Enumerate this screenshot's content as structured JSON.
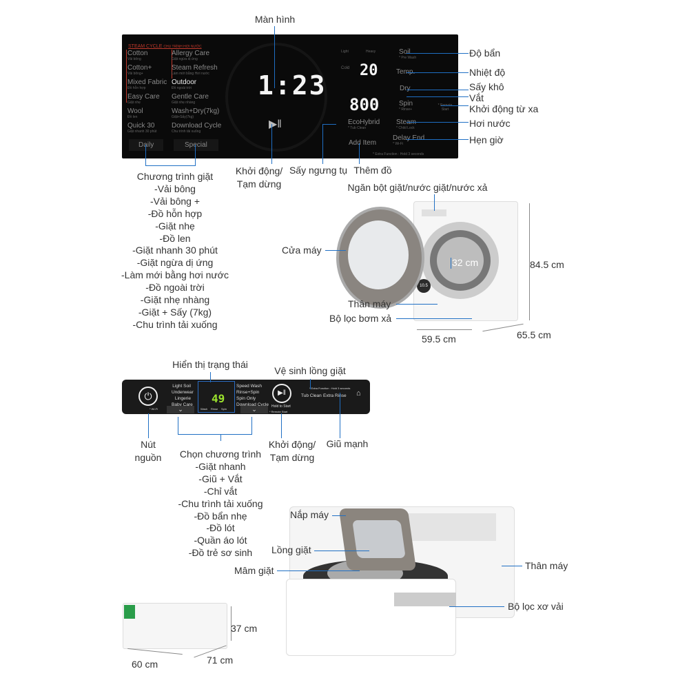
{
  "top_panel": {
    "steam_cycle": "STEAM CYCLE",
    "steam_cycle_vi": "CHU TRÌNH HƠI NƯỚC",
    "programs_left": [
      {
        "en": "Cotton",
        "vi": "Vải bông"
      },
      {
        "en": "Cotton+",
        "vi": "Vải bông+"
      },
      {
        "en": "Mixed Fabric",
        "vi": "Đồ hỗn hợp"
      },
      {
        "en": "Easy Care",
        "vi": "Giặt nhẹ"
      },
      {
        "en": "Wool",
        "vi": "Đồ len"
      },
      {
        "en": "Quick 30",
        "vi": "Giặt nhanh 30 phút"
      }
    ],
    "programs_right": [
      {
        "en": "Allergy Care",
        "vi": "Giặt ngừa dị ứng"
      },
      {
        "en": "Steam Refresh",
        "vi": "Làm mới bằng Hơi nước"
      },
      {
        "en": "Outdoor",
        "vi": "Đồ ngoài trời"
      },
      {
        "en": "Gentle Care",
        "vi": "Giặt nhẹ nhàng"
      },
      {
        "en": "Wash+Dry(7kg)",
        "vi": "Giặt+Sấy(7kg)"
      },
      {
        "en": "Download Cycle",
        "vi": "Chu trình tải xuống"
      }
    ],
    "daily": "Daily",
    "special": "Special",
    "time": "1:23",
    "temp": "20",
    "spin": "800",
    "light": "Light",
    "heavy": "Heavy",
    "cold": "Cold",
    "soil": "Soil",
    "prewash": "* Pre Wash",
    "temp_btn": "Temp.",
    "dry": "Dry",
    "spin_btn": "Spin",
    "rinse": "* Rinse+",
    "remote": "* Remote Start",
    "ecohybrid": "EcoHybrid",
    "tubclean": "* Tub Clean",
    "steam": "Steam",
    "childlock": "* Child Lock",
    "additem": "Add Item",
    "delayend": "Delay End",
    "wifi": "* Wi-Fi",
    "extra": "* Extra Function : Hold 3 seconds"
  },
  "top_labels": {
    "screen": "Màn hình",
    "soil": "Độ bẩn",
    "temp": "Nhiệt độ",
    "dry": "Sấy khô",
    "spin": "Vắt",
    "remote": "Khởi động từ xa",
    "steam": "Hơi nước",
    "timer": "Hẹn giờ",
    "start1": "Khởi động/",
    "start2": "Tạm dừng",
    "condense": "Sấy ngưng tụ",
    "additem": "Thêm đồ"
  },
  "programs_title": "Chương trình giặt",
  "programs": [
    "-Vải bông",
    "-Vải bông +",
    "-Đồ hỗn hợp",
    "-Giặt nhẹ",
    "-Đồ len",
    "-Giặt nhanh 30 phút",
    "-Giặt ngừa dị ứng",
    "-Làm mới bằng hơi nước",
    "-Đồ ngoài trời",
    "-Giặt nhẹ nhàng",
    "-Giặt + Sấy (7kg)",
    "-Chu trình tải xuống"
  ],
  "front_loader": {
    "drawer": "Ngăn bột giặt/nước giặt/nước xả",
    "door": "Cửa máy",
    "drum": "32 cm",
    "height": "84.5 cm",
    "body": "Thân máy",
    "filter": "Bộ lọc bơm xả",
    "width": "59.5 cm",
    "depth": "65.5 cm",
    "badge": "10.5"
  },
  "bottom_panel": {
    "programs": [
      "Light Soil",
      "Underwear",
      "Lingerie",
      "Baby Care"
    ],
    "programs2": [
      "Speed Wash",
      "Rinse+Spin",
      "Spin Only",
      "Download Cycle"
    ],
    "display": "49",
    "wash": "Wash",
    "rinse": "Rinse",
    "spin": "Spin",
    "wifi": "* Wi-Fi",
    "remote": "* Remote Start",
    "hold": "Hold to Start",
    "extra": "* Extra Function : Hold 3 seconds",
    "tubclean": "Tub Clean",
    "extrarinse": "Extra Rinse"
  },
  "bottom_labels": {
    "status": "Hiển thị trạng thái",
    "tubclean": "Vệ sinh lồng giặt",
    "power1": "Nút",
    "power2": "nguồn",
    "start1": "Khởi động/",
    "start2": "Tạm dừng",
    "extrarinse": "Giũ mạnh"
  },
  "select_title": "Chọn chương trình",
  "select_programs": [
    "-Giặt nhanh",
    "-Giũ + Vắt",
    "-Chỉ vắt",
    "-Chu trình tải xuống",
    "-Đồ bẩn nhẹ",
    "-Đồ lót",
    "-Quần áo lót",
    "-Đồ trẻ sơ sinh"
  ],
  "mini": {
    "lid": "Nắp máy",
    "tub": "Lồng giặt",
    "pulsator": "Mâm giặt",
    "body": "Thân máy",
    "filter": "Bộ lọc xơ vải",
    "height": "37 cm",
    "width": "60 cm",
    "depth": "71 cm"
  },
  "colors": {
    "leader_line": "#1f6fc4",
    "panel": "#0a0a0a",
    "accent_red": "#c0392b",
    "display_green": "#9be22d"
  }
}
